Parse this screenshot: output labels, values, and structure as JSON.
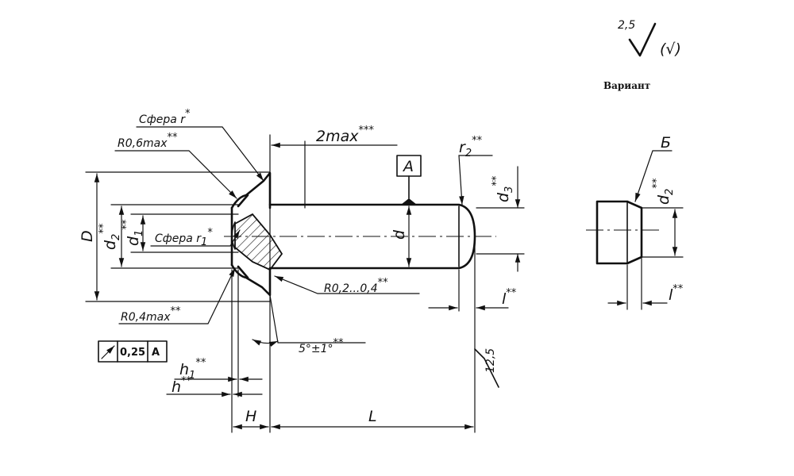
{
  "surface": {
    "general_value": "2,5",
    "other_symbol": "(√)"
  },
  "variant": {
    "title": "Вариант",
    "section": "Б",
    "diameter": "d",
    "diameter_sub": "2",
    "diameter_sup": "**",
    "length": "l",
    "length_sup": "**"
  },
  "labels": {
    "sphere_r": "Сфера r",
    "sphere_r_sup": "*",
    "r06": "R0,6max",
    "r06_sup": "**",
    "max2": "2max",
    "max2_sup": "***",
    "datum_a": "A",
    "r2": "r",
    "r2_sub": "2",
    "r2_sup": "**",
    "d3": "d",
    "d3_sub": "3",
    "d3_sup": "**",
    "big_d": "D",
    "d2": "d",
    "d2_sub": "2",
    "d2_sup": "**",
    "d1": "d",
    "d1_sub": "1",
    "d1_sup": "**",
    "sphere_r1": "Сфера r",
    "sphere_r1_sub": "1",
    "sphere_r1_sup": "*",
    "d": "d",
    "r0204": "R0,2...0,4",
    "r0204_sup": "**",
    "l": "l",
    "l_sup": "**",
    "r04": "R0,4max",
    "r04_sup": "**",
    "tol_value": "0,25",
    "tol_datum": "A",
    "angle": "5°±1°",
    "angle_sup": "**",
    "h1": "h",
    "h1_sub": "1",
    "h1_sup": "**",
    "h": "h",
    "h_sup": "**",
    "rough_12": "12,5",
    "dim_h": "H",
    "dim_l": "L"
  }
}
